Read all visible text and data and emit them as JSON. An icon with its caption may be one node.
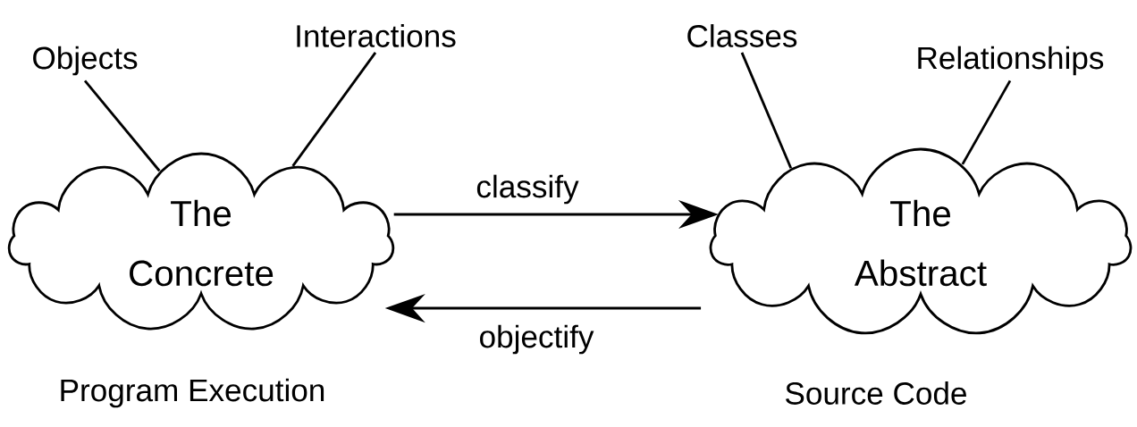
{
  "diagram": {
    "nodes": [
      {
        "text": [
          "The Concrete"
        ],
        "beside": [
          "Program Execution"
        ]
      },
      {
        "text": [
          "The Abstract"
        ],
        "beside": [
          "Source Code"
        ]
      },
      {
        "text": [
          "Objects"
        ]
      },
      {
        "text": [
          "Interactions"
        ]
      },
      {
        "text": [
          "Classes"
        ]
      },
      {
        "text": [
          "Relationships"
        ]
      }
    ],
    "edges": [
      {
        "from": 0,
        "to": 1,
        "arrow": "to",
        "label": "classify"
      },
      {
        "from": 1,
        "to": 0,
        "arrow": "to",
        "label": "objectify"
      },
      {
        "from": 2,
        "to": 0,
        "arrow": "none"
      },
      {
        "from": 3,
        "to": 0,
        "arrow": "none"
      },
      {
        "from": 4,
        "to": 1,
        "arrow": "none"
      },
      {
        "from": 5,
        "to": 1,
        "arrow": "none"
      }
    ]
  }
}
